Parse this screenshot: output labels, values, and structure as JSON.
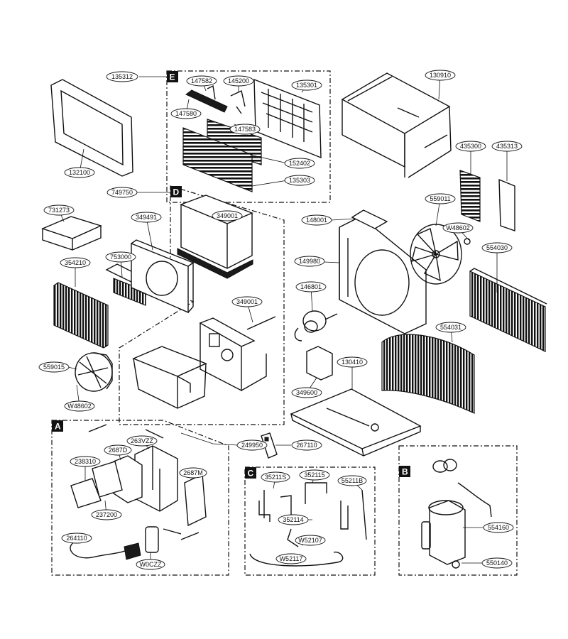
{
  "section_labels": {
    "a": "A",
    "b": "B",
    "c": "C",
    "d": "D",
    "e": "E"
  },
  "parts": {
    "p135312": "135312",
    "p147582": "147582",
    "p145200": "145200",
    "p135301": "135301",
    "p147580": "147580",
    "p147583": "147583",
    "p152402": "152402",
    "p135303": "135303",
    "p132100": "132100",
    "p130910": "130910",
    "p435300": "435300",
    "p435313": "435313",
    "p559011": "559011",
    "p748602a": "W48602",
    "p554030": "554030",
    "p749750": "749750",
    "p731273": "731273",
    "p349491": "349491",
    "p349001a": "349001",
    "p148001": "148001",
    "p753000": "753000",
    "p149980": "149980",
    "p354210": "354210",
    "p146801": "146801",
    "p349001b": "349001",
    "p554031": "554031",
    "p559015": "559015",
    "p130410": "130410",
    "p748602b": "W48602",
    "p349600": "349600",
    "p263vzz": "263VZZ",
    "p249950": "249950",
    "p267110": "267110",
    "p2687d": "2687D",
    "p238310": "238310",
    "p2687m": "2687M",
    "p237200": "237200",
    "p264110": "264110",
    "pw0czz": "W0CZZ",
    "p35211s": "35211S",
    "p352115": "352115",
    "p55211b": "55211B",
    "p352114": "352114",
    "pw52107": "W52107",
    "pw52117": "W52117",
    "p554160": "554160",
    "p550140": "550140"
  }
}
